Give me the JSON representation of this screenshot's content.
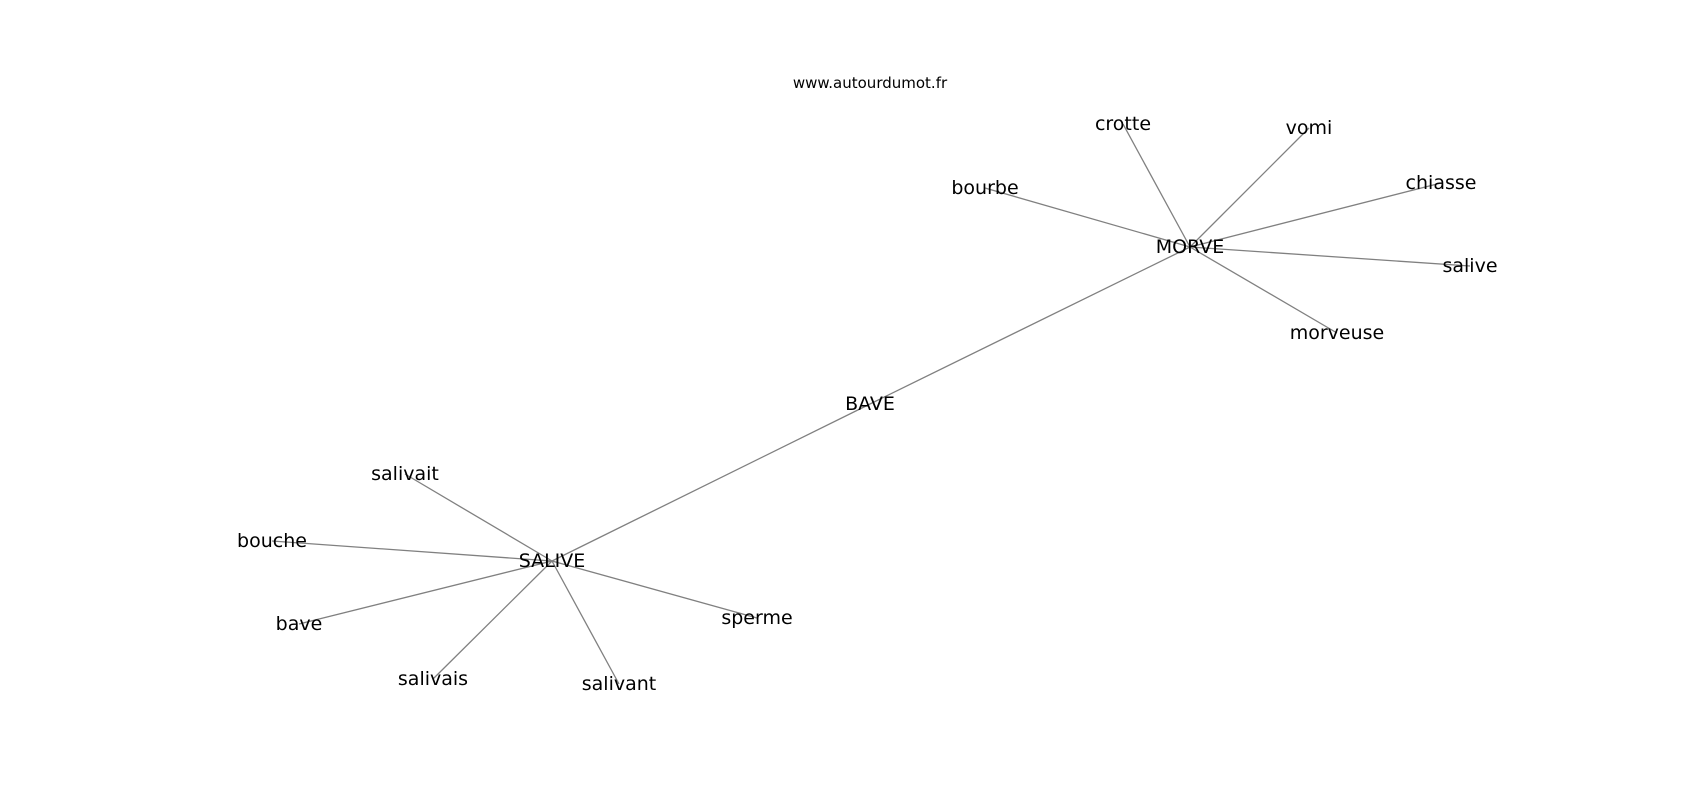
{
  "watermark": "www.autourdumot.fr",
  "colors": {
    "edge": "#808080",
    "text": "#000000",
    "background": "#ffffff"
  },
  "nodes": [
    {
      "id": "bave_main",
      "label": "BAVE"
    },
    {
      "id": "morve",
      "label": "MORVE"
    },
    {
      "id": "salive_main",
      "label": "SALIVE"
    },
    {
      "id": "crotte",
      "label": "crotte"
    },
    {
      "id": "vomi",
      "label": "vomi"
    },
    {
      "id": "bourbe",
      "label": "bourbe"
    },
    {
      "id": "chiasse",
      "label": "chiasse"
    },
    {
      "id": "salive_leaf",
      "label": "salive"
    },
    {
      "id": "morveuse",
      "label": "morveuse"
    },
    {
      "id": "salivait",
      "label": "salivait"
    },
    {
      "id": "bouche",
      "label": "bouche"
    },
    {
      "id": "bave_leaf",
      "label": "bave"
    },
    {
      "id": "salivais",
      "label": "salivais"
    },
    {
      "id": "salivant",
      "label": "salivant"
    },
    {
      "id": "sperme",
      "label": "sperme"
    }
  ],
  "edges": [
    [
      "bave_main",
      "morve"
    ],
    [
      "bave_main",
      "salive_main"
    ],
    [
      "morve",
      "crotte"
    ],
    [
      "morve",
      "vomi"
    ],
    [
      "morve",
      "bourbe"
    ],
    [
      "morve",
      "chiasse"
    ],
    [
      "morve",
      "salive_leaf"
    ],
    [
      "morve",
      "morveuse"
    ],
    [
      "salive_main",
      "salivait"
    ],
    [
      "salive_main",
      "bouche"
    ],
    [
      "salive_main",
      "bave_leaf"
    ],
    [
      "salive_main",
      "salivais"
    ],
    [
      "salive_main",
      "salivant"
    ],
    [
      "salive_main",
      "sperme"
    ]
  ]
}
